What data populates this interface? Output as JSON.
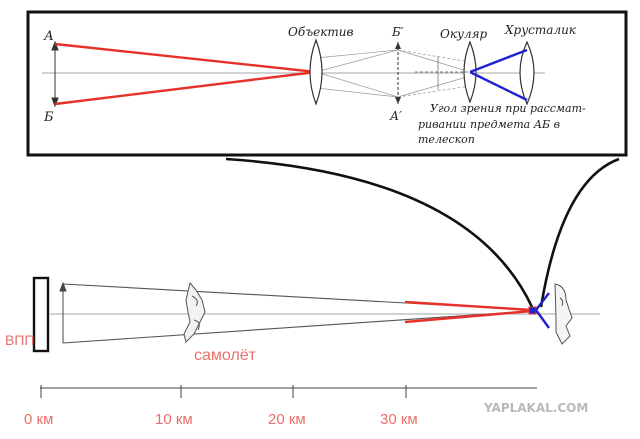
{
  "inset": {
    "point_a": "А",
    "point_b": "Б",
    "objective": "Объектив",
    "image_b": "Б′",
    "image_a": "А′",
    "eyepiece": "Окуляр",
    "eye_lens": "Хрусталик",
    "caption_lines": [
      "Угол зрения при рассмат-",
      "ривании предмета АБ в",
      "телескоп"
    ]
  },
  "scene": {
    "runway": "ВПП",
    "airplane": "самолёт",
    "scale_ticks": [
      "0 км",
      "10 км",
      "20 км",
      "30 км"
    ]
  },
  "watermark": "YAPLAKAL.COM",
  "colors": {
    "red": "#e8302a",
    "blue": "#2222cc",
    "label_red": "#e8706a",
    "line": "#555555"
  }
}
